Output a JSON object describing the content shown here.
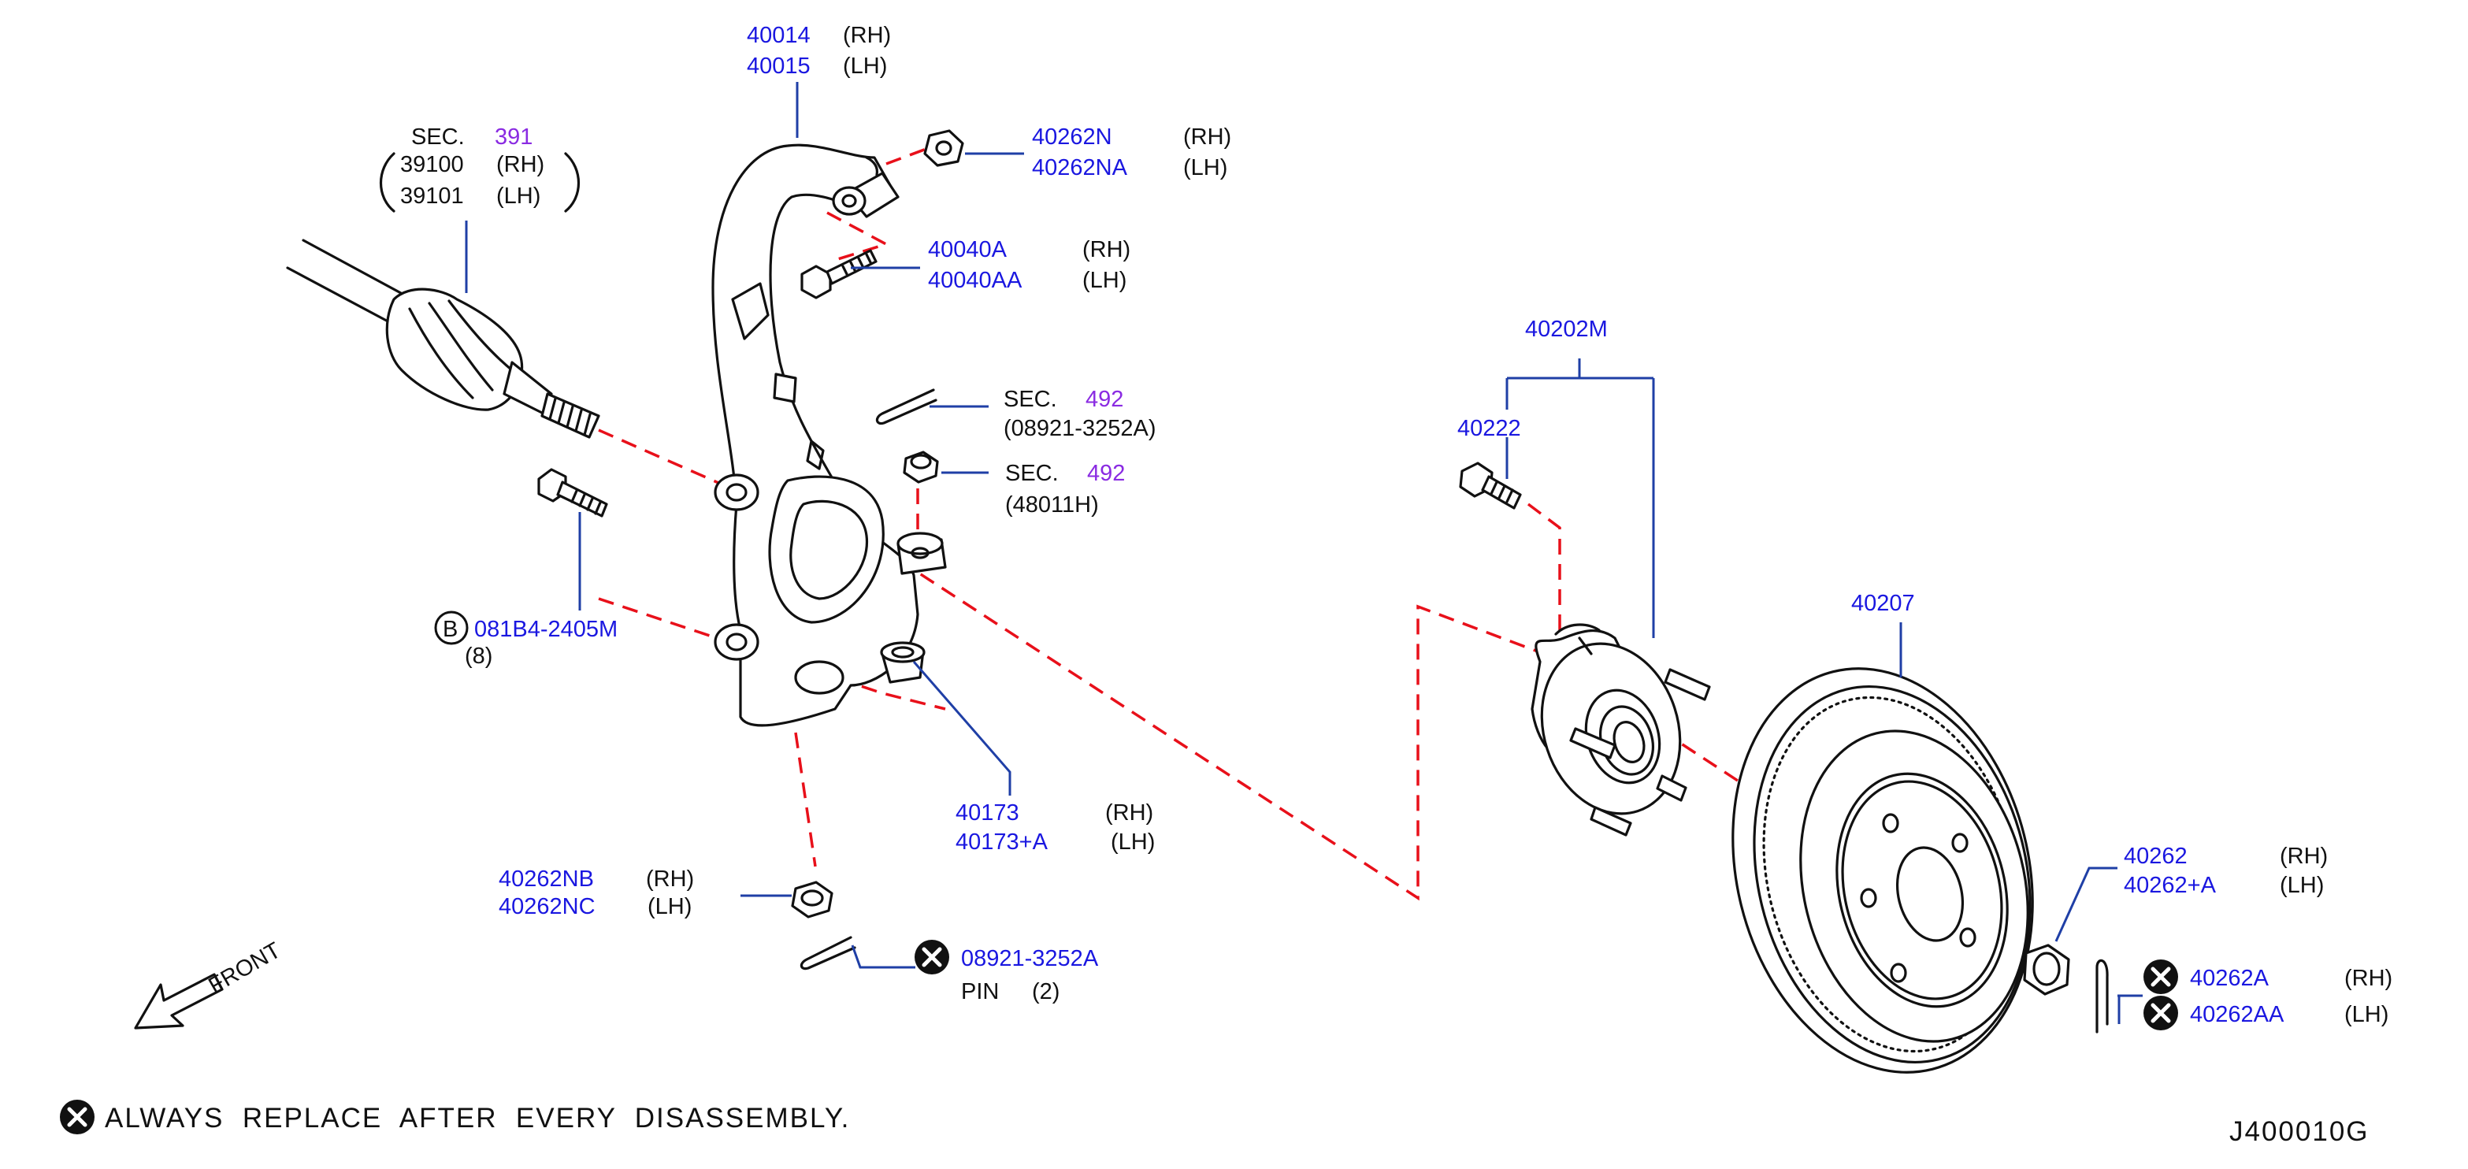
{
  "colors": {
    "part_number": "#1a17e0",
    "section_ref": "#8a2be2",
    "text": "#111111",
    "leader": "#1f3fa6",
    "dashed_path": "#e8101a"
  },
  "knuckle_callout": {
    "rh_number": "40014",
    "rh_side": "(RH)",
    "lh_number": "40015",
    "lh_side": "(LH)"
  },
  "driveshaft_callout": {
    "sec_word": "SEC.",
    "sec_number": "391",
    "rh_number": "39100",
    "rh_side": "(RH)",
    "lh_number": "39101",
    "lh_side": "(LH)"
  },
  "nut_top_callout": {
    "rh_number": "40262N",
    "rh_side": "(RH)",
    "lh_number": "40262NA",
    "lh_side": "(LH)"
  },
  "bolt_top_callout": {
    "rh_number": "40040A",
    "rh_side": "(RH)",
    "lh_number": "40040AA",
    "lh_side": "(LH)"
  },
  "pin_sec_callout": {
    "sec_word": "SEC.",
    "sec_number": "492",
    "part": "(08921-3252A)"
  },
  "nut_sec_callout": {
    "sec_word": "SEC.",
    "sec_number": "492",
    "part": "(48011H)"
  },
  "bolt_callout": {
    "circle_letter": "B",
    "number": "081B4-2405M",
    "qty": "(8)"
  },
  "bushing_callout": {
    "rh_number": "40173",
    "rh_side": "(RH)",
    "lh_number": "40173+A",
    "lh_side": "(LH)"
  },
  "nut_bottom_callout": {
    "rh_number": "40262NB",
    "rh_side": "(RH)",
    "lh_number": "40262NC",
    "lh_side": "(LH)"
  },
  "pin_bottom_callout": {
    "number": "08921-3252A",
    "label": "PIN",
    "qty": "(2)"
  },
  "front_label": "FRONT",
  "hub_assy_callout": {
    "number": "40202M"
  },
  "stud_callout": {
    "number": "40222"
  },
  "rotor_callout": {
    "number": "40207"
  },
  "hub_nut_callout": {
    "rh_number": "40262",
    "rh_side": "(RH)",
    "lh_number": "40262+A",
    "lh_side": "(LH)"
  },
  "cotter_callout": {
    "rh_number": "40262A",
    "rh_side": "(RH)",
    "lh_number": "40262AA",
    "lh_side": "(LH)"
  },
  "footer": {
    "legend_text": "ALWAYS  REPLACE  AFTER  EVERY  DISASSEMBLY.",
    "diagram_code": "J400010G"
  },
  "icons": {
    "replace_marker": "x-circle-icon",
    "front_arrow": "front-arrow-icon"
  }
}
